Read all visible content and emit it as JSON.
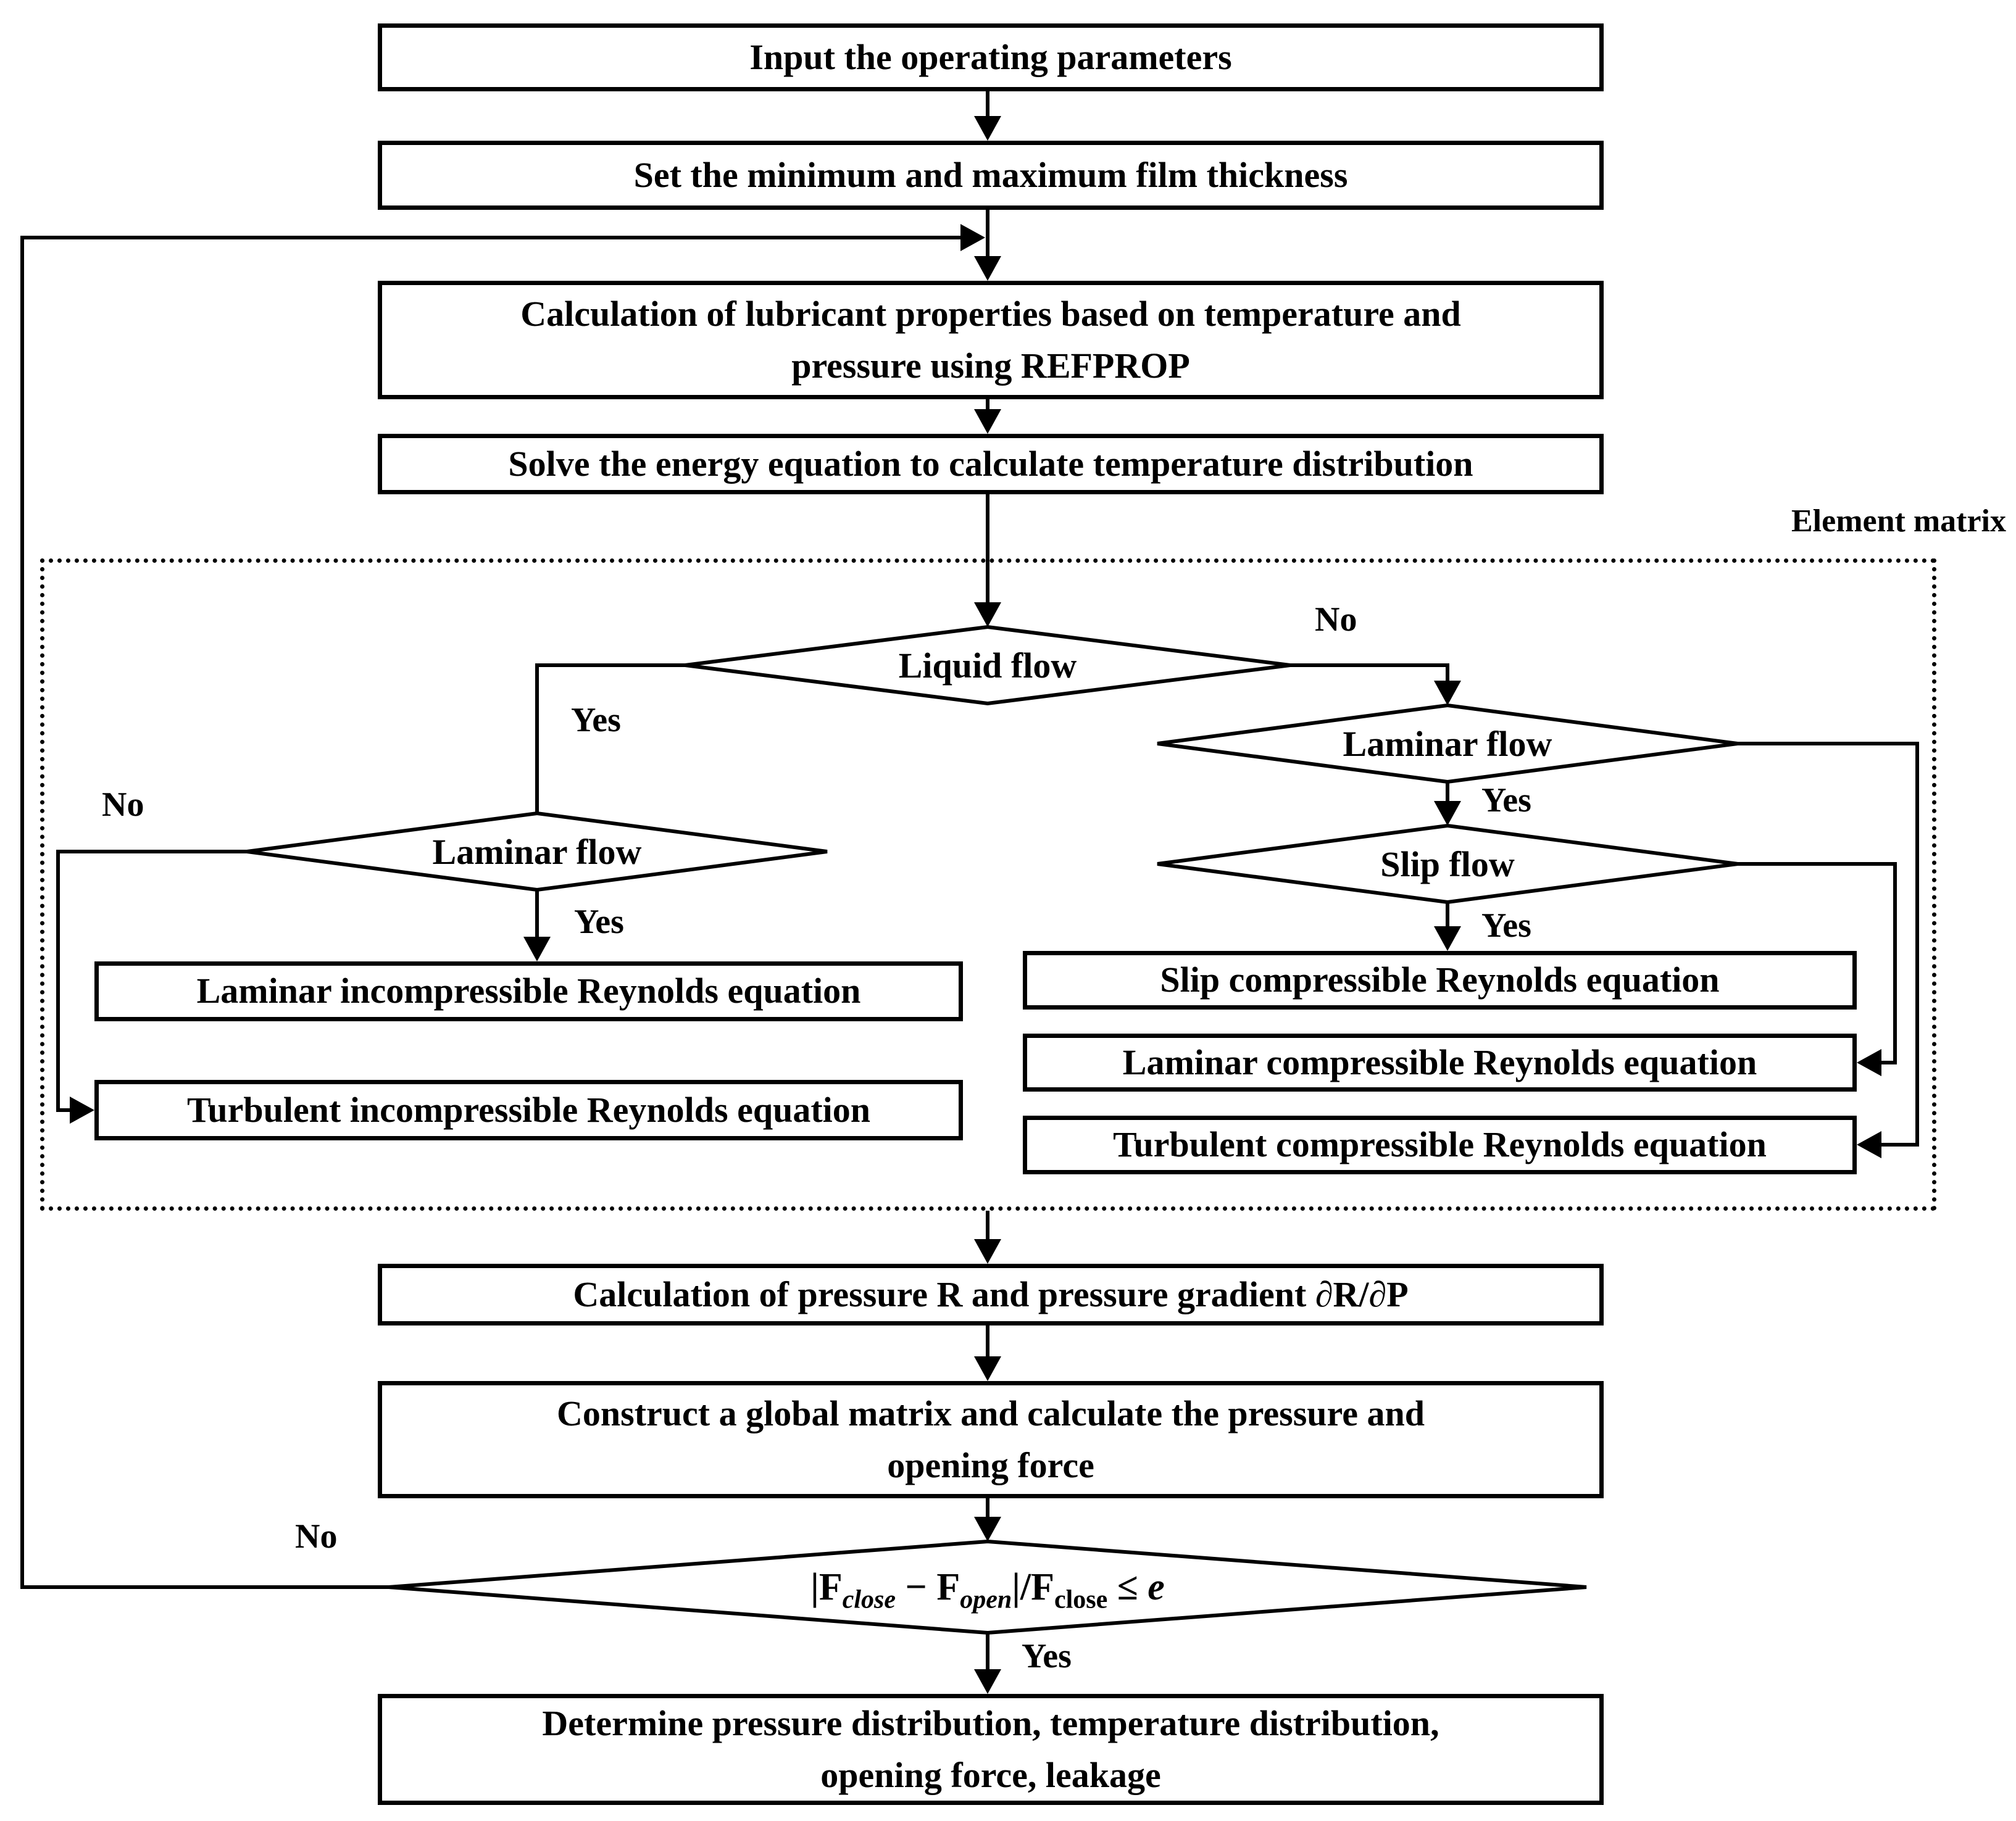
{
  "colors": {
    "ink": "#000000",
    "background": "#ffffff"
  },
  "boxes": {
    "input": "Input the operating parameters",
    "film": "Set the minimum and maximum film thickness",
    "lubricant": [
      "Calculation of lubricant properties based on temperature and",
      "pressure using REFPROP"
    ],
    "energy": "Solve the energy equation to calculate temperature distribution",
    "laminar_incompressible": "Laminar incompressible Reynolds equation",
    "turbulent_incompressible": "Turbulent incompressible Reynolds equation",
    "slip_compressible": "Slip compressible Reynolds equation",
    "laminar_compressible": "Laminar compressible Reynolds equation",
    "turbulent_compressible": "Turbulent compressible Reynolds equation",
    "pressure_gradient": "Calculation of pressure R and pressure gradient ∂R/∂P",
    "global_matrix": [
      "Construct a global matrix and calculate the pressure and",
      "opening force"
    ],
    "determine": [
      "Determine pressure distribution, temperature distribution,",
      "opening force, leakage"
    ]
  },
  "decisions": {
    "liquid_flow": "Liquid flow",
    "laminar_flow_left": "Laminar flow",
    "laminar_flow_right": "Laminar flow",
    "slip_flow": "Slip flow"
  },
  "formula": {
    "p1": "|F",
    "s1": "close",
    "p2": " − F",
    "s2": "open",
    "p3": "|/F",
    "s3": "close",
    "p4": " ≤ ",
    "eps": "e"
  },
  "labels": {
    "yes": "Yes",
    "no": "No",
    "element_matrix": "Element matrix"
  }
}
